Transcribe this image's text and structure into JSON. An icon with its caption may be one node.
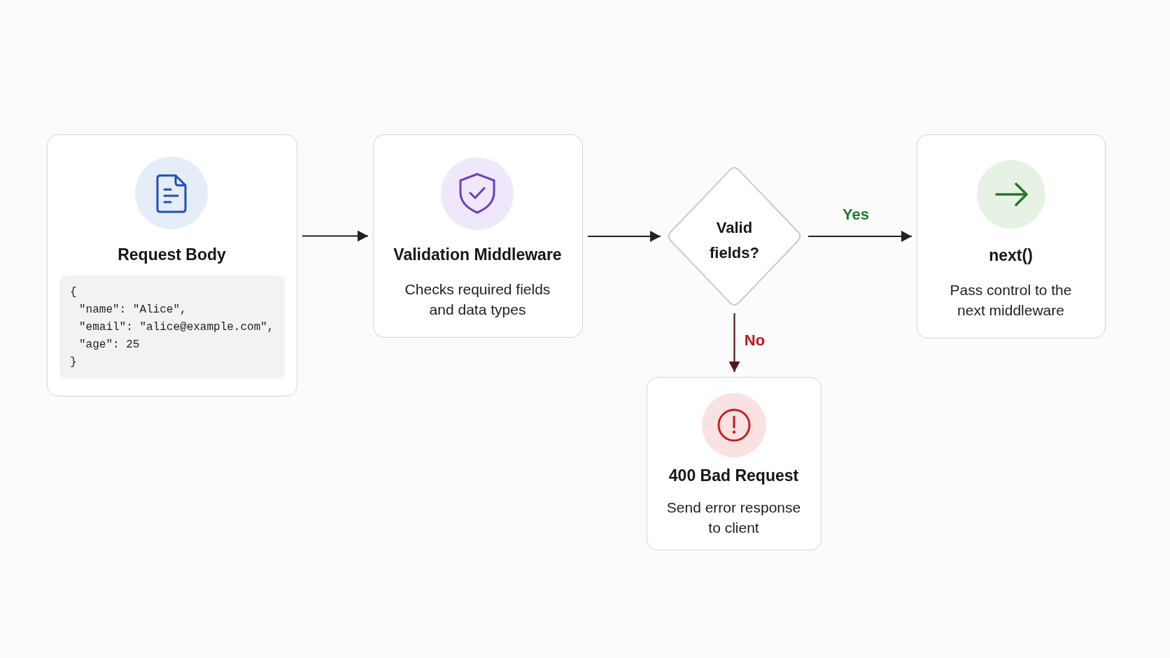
{
  "diagram": {
    "nodes": [
      {
        "text": [
          "Request Body"
        ]
      },
      {
        "text": [
          "{",
          "\"name\": \"Alice\",",
          "\"email\": \"alice@example.com\",",
          "\"age\": 25",
          "}"
        ],
        "in": 0
      },
      {
        "text": [
          "Validation Middleware",
          "Checks required fields and data types"
        ]
      },
      {
        "text": [
          "Valid fields?"
        ]
      },
      {
        "text": [
          "next()",
          "Pass control to the next middleware"
        ]
      },
      {
        "text": [
          "400 Bad Request",
          "Send error response to client"
        ]
      }
    ],
    "edges": [
      {
        "from": 0,
        "to": 2,
        "arrow": "to"
      },
      {
        "from": 2,
        "to": 3,
        "arrow": "to"
      },
      {
        "from": 3,
        "to": 4,
        "arrow": "to",
        "label": "Yes"
      },
      {
        "from": 3,
        "to": 5,
        "arrow": "to",
        "label": "No",
        "color": "#5c1518"
      }
    ]
  }
}
